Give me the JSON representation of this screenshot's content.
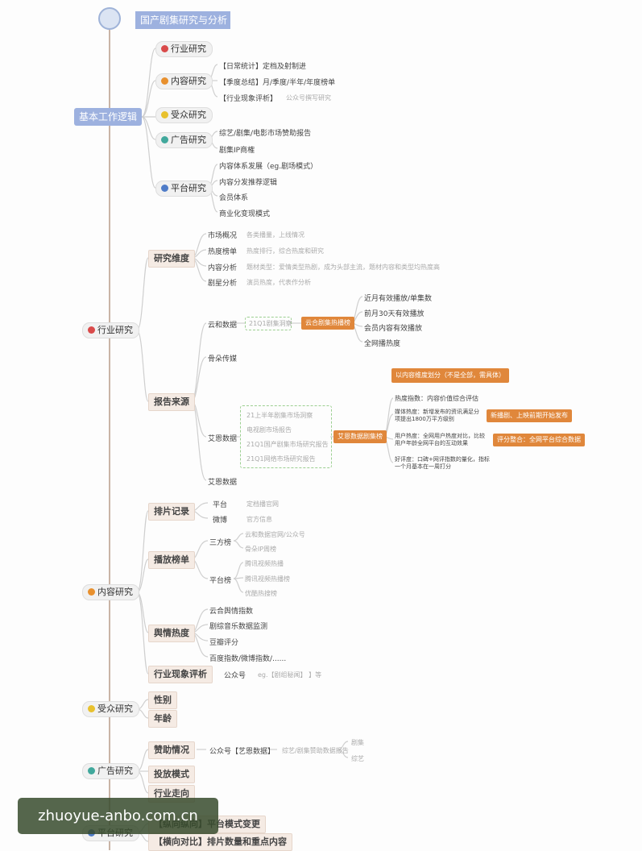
{
  "title": "国产剧集研究与分析",
  "basic": {
    "label": "基本工作逻辑",
    "industry": "行业研究",
    "content": "内容研究",
    "content_items": [
      "【日常统计】定档及射制进",
      "【季度总结】月/季度/半年/年度榜单",
      "【行业现象评析】",
      "公众号撰写研究"
    ],
    "audience": "受众研究",
    "ads": "广告研究",
    "ads_items": [
      "综艺/剧集/电影市场赞助报告",
      "剧集IP商榷"
    ],
    "platform": "平台研究",
    "platform_items": [
      "内容体系发展（eg.剧场模式）",
      "内容分发推荐逻辑",
      "会员体系",
      "商业化变现模式"
    ]
  },
  "industry": {
    "label": "行业研究",
    "dimension": "研究维度",
    "dimension_items": [
      {
        "k": "市场概况",
        "v": "各类播量，上线情况"
      },
      {
        "k": "热度榜单",
        "v": "热度排行，综合热度和研究"
      },
      {
        "k": "内容分析",
        "v": "题材类型：爱情类型热剧，成为头部主流，题材内容和类型均热度高"
      },
      {
        "k": "剧星分析",
        "v": "演员热度，代表作分析"
      }
    ],
    "source": "报告来源",
    "yunhe": "云和数据",
    "yunhe_report": "21Q1剧集洞察",
    "yunhe_tag": "云合剧集热播榜",
    "yunhe_items": [
      "近月有效播放/单集数",
      "前月30天有效播放",
      "会员内容有效播放",
      "全网播热度"
    ],
    "jieyi": "骨朵传媒",
    "yiyou": "艾恩数据",
    "yiyou_reports": [
      "21上半年剧集市场洞察",
      "电视剧市场报告",
      "21Q1国产剧集市场研究报告",
      "21Q1网络市场研究报告"
    ],
    "yiyou_tag": "艾恩数据剧集榜",
    "yiyou_header": "以内容维度划分（不是全部，需具体）",
    "yiyou_items": [
      "热度指数：内容价值综合评估",
      "媒体热度：新增发布的资讯满足分项提出1800万平方级别",
      "用户热度：全网用户热度对比，比较用户年龄全网平台的互动效果",
      "好评度：口碑+网评指数的量化，指标一个月基本在一周打分"
    ],
    "yiyou_notes": [
      "新播剧、上映前期开始发布",
      "评分整合：全网平台综合数据"
    ],
    "aien": "艾恩数据"
  },
  "content": {
    "label": "内容研究",
    "schedule": "排片记录",
    "schedule_items": [
      {
        "k": "平台",
        "v": "定档播官网"
      },
      {
        "k": "微博",
        "v": "官方信息"
      }
    ],
    "ranking": "播放榜单",
    "third": "三方榜",
    "third_items": [
      "云和数据官网/公众号",
      "骨朵IP周榜"
    ],
    "platform_rank": "平台榜",
    "platform_items": [
      "腾讯视频热播",
      "腾讯视频热播榜",
      "优酷热搜榜"
    ],
    "buzz": "舆情热度",
    "buzz_items": [
      "云合舆情指数",
      "剧综音乐数据监测",
      "豆瓣评分",
      "百度指数/微博指数/......"
    ],
    "phenomenon": "行业现象评析",
    "pheno_sub": "公众号",
    "pheno_val": "eg.【剧组秘闻】 】等"
  },
  "audience": {
    "label": "受众研究",
    "items": [
      "性别",
      "年龄"
    ]
  },
  "ads": {
    "label": "广告研究",
    "items": [
      "赞助情况",
      "投放模式",
      "行业走向"
    ],
    "sponsor_sub": "公众号【艺恩数据】",
    "sponsor_val": "综艺/剧集赞助数据报告",
    "sponsor_ends": [
      "剧集",
      "综艺"
    ]
  },
  "platform": {
    "label": "平台研究",
    "items": [
      "【纵向纵向】平台模式变更",
      "【横向对比】排片数量和重点内容"
    ]
  },
  "watermark": "zhuoyue-anbo.com.cn"
}
